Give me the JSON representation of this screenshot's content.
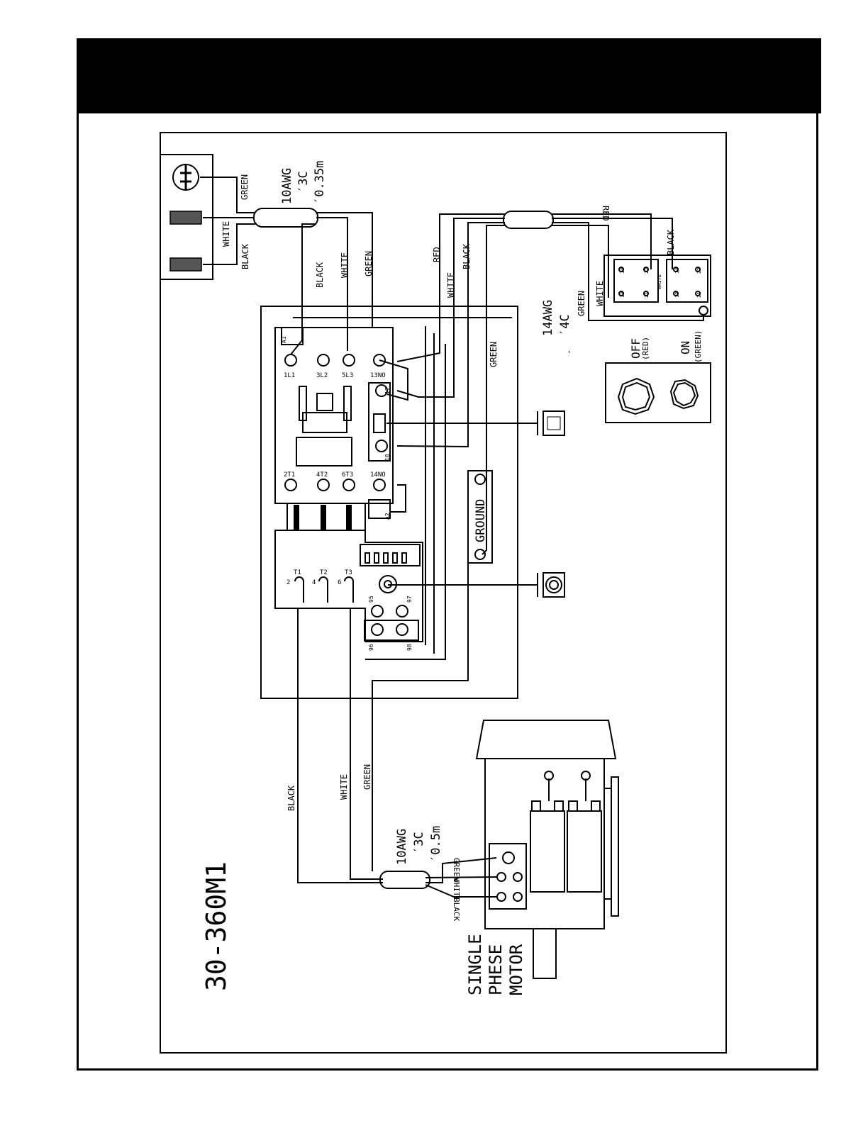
{
  "header": {
    "title": ""
  },
  "model_label": "30-360M1",
  "cables": {
    "supply": {
      "gauge": "10AWG",
      "cores": "′3C",
      "length": "′0.35m"
    },
    "switch": {
      "gauge": "14AWG",
      "cores": "′4C",
      "dash": "-"
    },
    "motor": {
      "gauge": "10AWG",
      "cores": "′3C",
      "length": "′0.5m"
    }
  },
  "wire_labels": {
    "green": "GREEN",
    "white": "WHITE",
    "black": "BLACK",
    "red": "RED",
    "white_short": "WHITE"
  },
  "contactor_terminals": {
    "a1": "A1",
    "a2": "A2",
    "top": [
      "1L1",
      "3L2",
      "5L3",
      "13NO"
    ],
    "bottom": [
      "2T1",
      "4T2",
      "6T3",
      "14NO"
    ],
    "aux_top": "17",
    "aux_bottom": "18"
  },
  "overload_terminals": {
    "t1": "T1",
    "t2": "T2",
    "t3": "T3",
    "n2": "2",
    "n4": "4",
    "n6": "6",
    "n95": "95",
    "n96": "96",
    "n97": "97",
    "n98": "98"
  },
  "switch_terminals": {
    "t14": "14",
    "t22": "22",
    "t13": "13",
    "t21": "21"
  },
  "ground_label": "GROUND",
  "buttons": {
    "off": "OFF",
    "off_color": "(RED)",
    "on": "ON",
    "on_color": "(GREEN)"
  },
  "motor_label": [
    "SINGLE",
    "PHESE",
    "MOTOR"
  ]
}
